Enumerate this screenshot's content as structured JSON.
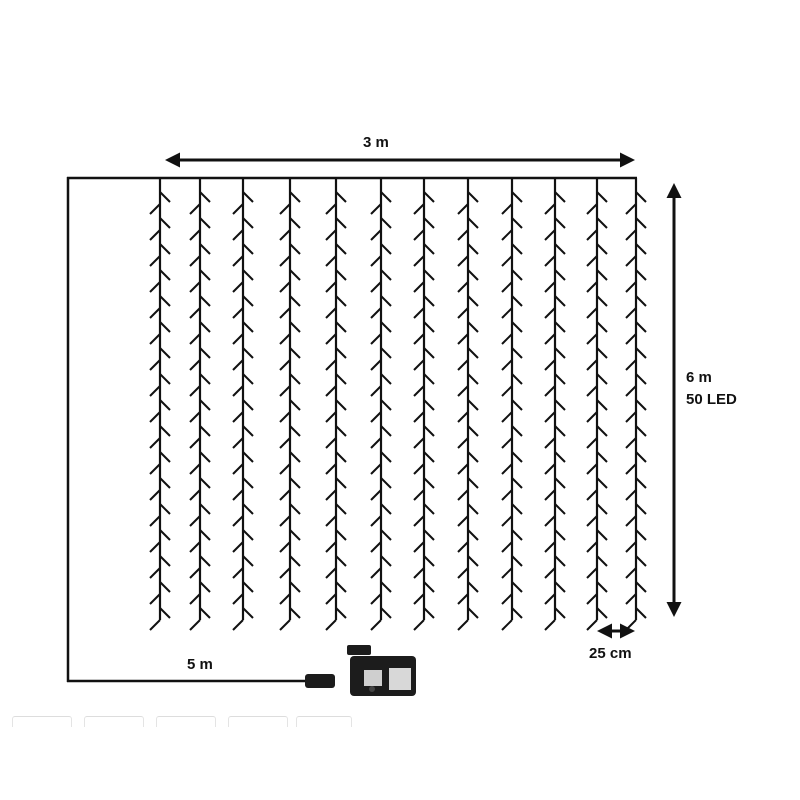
{
  "diagram": {
    "width_label": "3 m",
    "height_label": "6 m",
    "led_label": "50 LED",
    "spacing_label": "25 cm",
    "lead_cable_label": "5 m"
  },
  "colors": {
    "line": "#111111",
    "adapter": "#1c1c1c"
  }
}
